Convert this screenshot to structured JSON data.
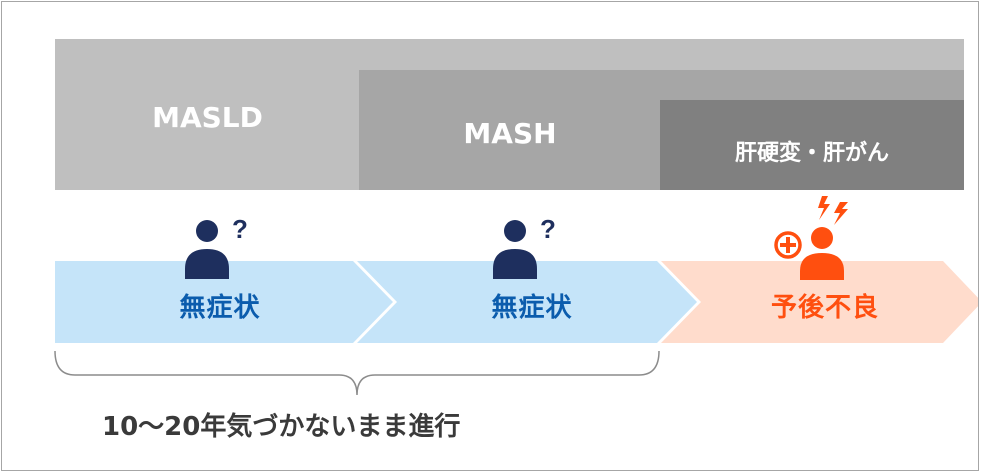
{
  "stages": {
    "masld": "MASLD",
    "mash": "MASH",
    "cirrhosis": "肝硬変・肝がん"
  },
  "arrows": [
    {
      "label": "無症状",
      "icon": "person-question-icon"
    },
    {
      "label": "無症状",
      "icon": "person-question-icon"
    },
    {
      "label": "予後不良",
      "icon": "person-alert-icon"
    }
  ],
  "summary": "10～20年気づかないまま進行",
  "colors": {
    "band_masld": "#bfbfbf",
    "band_mash": "#a6a6a6",
    "band_cirrhosis": "#808080",
    "arrow_blue": "#c5e4f9",
    "arrow_orange": "#ffdccc",
    "text_blue": "#0b5cad",
    "text_orange": "#ff4f0f",
    "icon_navy": "#1e2f5e"
  }
}
